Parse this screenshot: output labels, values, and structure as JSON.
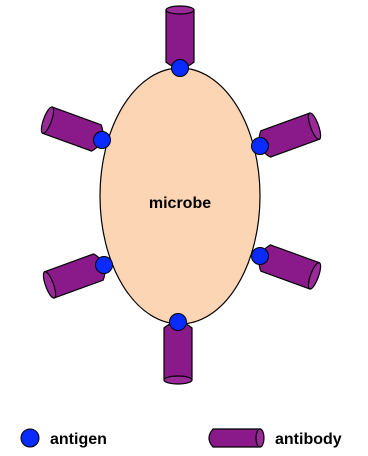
{
  "diagram": {
    "center_label": "microbe",
    "legend": {
      "antigen_label": "antigen",
      "antibody_label": "antibody"
    }
  },
  "colors": {
    "microbe_fill": "#fcd5b4",
    "antigen_fill": "#0a2bff",
    "antibody_fill": "#8a1a8a",
    "outline": "#000000"
  }
}
